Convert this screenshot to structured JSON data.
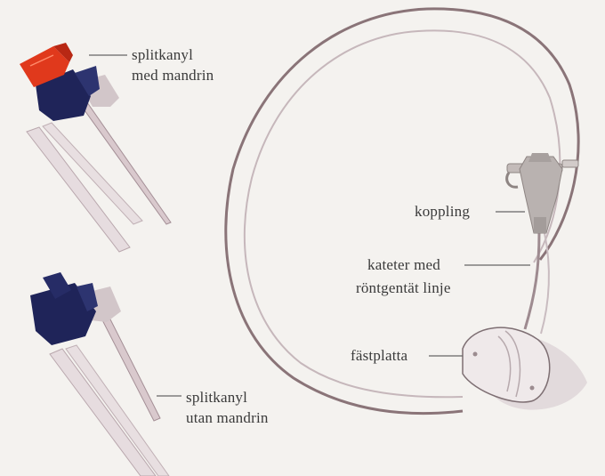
{
  "labels": {
    "splitkanyl_med_l1": "splitkanyl",
    "splitkanyl_med_l2": "med mandrin",
    "splitkanyl_utan_l1": "splitkanyl",
    "splitkanyl_utan_l2": "utan mandrin",
    "koppling": "koppling",
    "kateter_l1": "kateter med",
    "kateter_l2": "röntgentät linje",
    "fastplatta": "fästplatta"
  },
  "colors": {
    "background": "#f4f2ef",
    "catheter": "#8a7478",
    "hub_dark_blue": "#1f2459",
    "cap_red": "#e0391c",
    "connector_grey": "#b9b2b0",
    "plate": "#efe9ea",
    "needle": "#c9b6bb"
  }
}
